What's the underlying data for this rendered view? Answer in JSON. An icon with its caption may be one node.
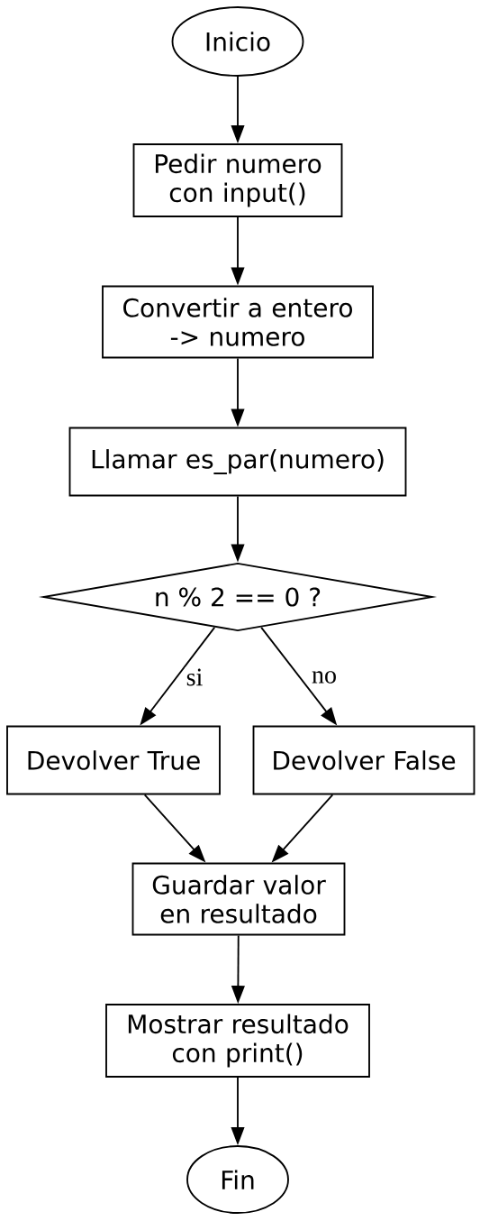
{
  "diagram": {
    "nodes": [
      {
        "text": [
          "Inicio"
        ]
      },
      {
        "text": [
          "Pedir numero con input()"
        ]
      },
      {
        "text": [
          "Convertir a entero -> numero"
        ]
      },
      {
        "text": [
          "Llamar es_par(numero)"
        ]
      },
      {
        "text": [
          "n % 2 == 0 ?"
        ]
      },
      {
        "text": [
          "Devolver True"
        ]
      },
      {
        "text": [
          "Devolver False"
        ]
      },
      {
        "text": [
          "Guardar valor en resultado"
        ]
      },
      {
        "text": [
          "Mostrar resultado con print()"
        ]
      },
      {
        "text": [
          "Fin"
        ]
      }
    ],
    "edges": [
      {
        "from": 0,
        "to": 1,
        "arrow": "to"
      },
      {
        "from": 1,
        "to": 2,
        "arrow": "to"
      },
      {
        "from": 2,
        "to": 3,
        "arrow": "to"
      },
      {
        "from": 3,
        "to": 4,
        "arrow": "to"
      },
      {
        "from": 4,
        "to": 5,
        "arrow": "to",
        "label": "si"
      },
      {
        "from": 4,
        "to": 6,
        "arrow": "to",
        "label": "no"
      },
      {
        "from": 5,
        "to": 7,
        "arrow": "to"
      },
      {
        "from": 6,
        "to": 7,
        "arrow": "to"
      },
      {
        "from": 7,
        "to": 8,
        "arrow": "to"
      },
      {
        "from": 8,
        "to": 9,
        "arrow": "to"
      }
    ]
  }
}
